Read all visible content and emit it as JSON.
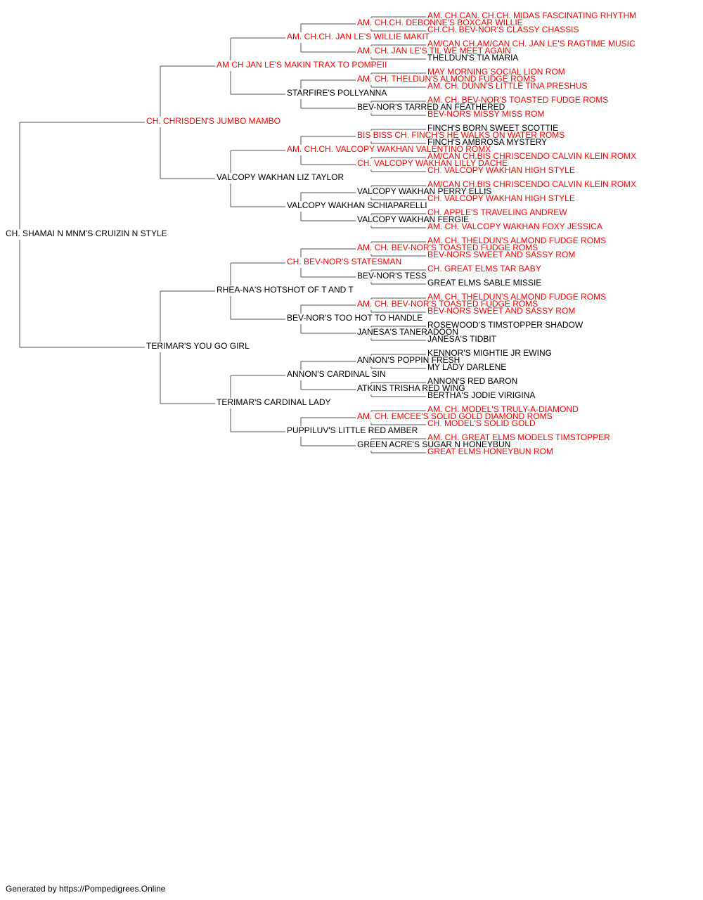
{
  "colors": {
    "champion": "#ff0000",
    "regular": "#000000",
    "line": "#555555"
  },
  "pedigree": {
    "name": "CH. SHAMAI N MNM'S CRUIZIN N STYLE",
    "champion": false,
    "sire": {
      "name": "CH. CHRISDEN'S JUMBO MAMBO",
      "champion": true,
      "sire": {
        "name": "AM CH JAN LE'S MAKIN TRAX TO POMPEII",
        "champion": true,
        "sire": {
          "name": "AM. CH.CH. JAN LE'S WILLIE MAKIT",
          "champion": true,
          "sire": {
            "name": "AM. CH.CH. DEBONNE'S BOXCAR WILLIE",
            "champion": true,
            "sire": {
              "name": "AM. CH.CAN. CH.CH. MIDAS FASCINATING RHYTHM",
              "champion": true
            },
            "dam": {
              "name": "CH.CH. BEV-NOR'S CLASSY CHASSIS",
              "champion": true
            }
          },
          "dam": {
            "name": "AM. CH. JAN LE'S TIL WE MEET AGAIN",
            "champion": true,
            "sire": {
              "name": "AM/CAN CH.AM/CAN CH. JAN LE'S RAGTIME MUSIC",
              "champion": true
            },
            "dam": {
              "name": "THELDUN'S TIA MARIA",
              "champion": false
            }
          }
        },
        "dam": {
          "name": "STARFIRE'S POLLYANNA",
          "champion": false,
          "sire": {
            "name": "AM. CH. THELDUN'S ALMOND FUDGE ROMS",
            "champion": true,
            "sire": {
              "name": "MAY MORNING SOCIAL LION ROM",
              "champion": true
            },
            "dam": {
              "name": "AM. CH. DUNN'S LITTLE TINA PRESHUS",
              "champion": true
            }
          },
          "dam": {
            "name": "BEV-NOR'S TARRED AN FEATHERED",
            "champion": false,
            "sire": {
              "name": "AM. CH. BEV-NOR'S TOASTED FUDGE ROMS",
              "champion": true
            },
            "dam": {
              "name": "BEV-NORS MISSY MISS ROM",
              "champion": true
            }
          }
        }
      },
      "dam": {
        "name": "VALCOPY WAKHAN LIZ TAYLOR",
        "champion": false,
        "sire": {
          "name": "AM. CH.CH. VALCOPY WAKHAN VALENTINO ROMX",
          "champion": true,
          "sire": {
            "name": "BIS BISS CH. FINCH'S HE WALKS ON WATER ROMS",
            "champion": true,
            "sire": {
              "name": "FINCH'S BORN SWEET SCOTTIE",
              "champion": false
            },
            "dam": {
              "name": "FINCH'S AMBROSA MYSTERY",
              "champion": false
            }
          },
          "dam": {
            "name": "CH. VALCOPY WAKHAN LILLY DACHE",
            "champion": true,
            "sire": {
              "name": "AM/CAN CH.BIS CHRISCENDO CALVIN KLEIN ROMX",
              "champion": true
            },
            "dam": {
              "name": "CH. VALCOPY WAKHAN HIGH STYLE",
              "champion": true
            }
          }
        },
        "dam": {
          "name": "VALCOPY WAKHAN SCHIAPARELLI",
          "champion": false,
          "sire": {
            "name": "VALCOPY WAKHAN PERRY ELLIS",
            "champion": false,
            "sire": {
              "name": "AM/CAN CH.BIS CHRISCENDO CALVIN KLEIN ROMX",
              "champion": true
            },
            "dam": {
              "name": "CH. VALCOPY WAKHAN HIGH STYLE",
              "champion": true
            }
          },
          "dam": {
            "name": "VALCOPY WAKHAN FERGIE",
            "champion": false,
            "sire": {
              "name": "CH. APPLE'S TRAVELING ANDREW",
              "champion": true
            },
            "dam": {
              "name": "AM. CH. VALCOPY WAKHAN FOXY JESSICA",
              "champion": true
            }
          }
        }
      }
    },
    "dam": {
      "name": "TERIMAR'S YOU GO GIRL",
      "champion": false,
      "sire": {
        "name": "RHEA-NA'S HOTSHOT OF T AND T",
        "champion": false,
        "sire": {
          "name": "CH. BEV-NOR'S STATESMAN",
          "champion": true,
          "sire": {
            "name": "AM. CH. BEV-NOR'S TOASTED FUDGE ROMS",
            "champion": true,
            "sire": {
              "name": "AM. CH. THELDUN'S ALMOND FUDGE ROMS",
              "champion": true
            },
            "dam": {
              "name": "BEV-NORS SWEET AND SASSY ROM",
              "champion": true
            }
          },
          "dam": {
            "name": "BEV-NOR'S TESS",
            "champion": false,
            "sire": {
              "name": "CH. GREAT ELMS TAR BABY",
              "champion": true
            },
            "dam": {
              "name": "GREAT ELMS SABLE MISSIE",
              "champion": false
            }
          }
        },
        "dam": {
          "name": "BEV-NOR'S TOO HOT TO HANDLE",
          "champion": false,
          "sire": {
            "name": "AM. CH. BEV-NOR'S TOASTED FUDGE ROMS",
            "champion": true,
            "sire": {
              "name": "AM. CH. THELDUN'S ALMOND FUDGE ROMS",
              "champion": true
            },
            "dam": {
              "name": "BEV-NORS SWEET AND SASSY ROM",
              "champion": true
            }
          },
          "dam": {
            "name": "JANESA'S TANERADOON",
            "champion": false,
            "sire": {
              "name": "ROSEWOOD'S TIMSTOPPER SHADOW",
              "champion": false
            },
            "dam": {
              "name": "JANESA'S TIDBIT",
              "champion": false
            }
          }
        }
      },
      "dam": {
        "name": "TERIMAR'S CARDINAL LADY",
        "champion": false,
        "sire": {
          "name": "ANNON'S CARDINAL SIN",
          "champion": false,
          "sire": {
            "name": "ANNON'S POPPIN FRESH",
            "champion": false,
            "sire": {
              "name": "KENNOR'S MIGHTIE JR EWING",
              "champion": false
            },
            "dam": {
              "name": "MY LADY DARLENE",
              "champion": false
            }
          },
          "dam": {
            "name": "ATKINS TRISHA RED WING",
            "champion": false,
            "sire": {
              "name": "ANNON'S RED BARON",
              "champion": false
            },
            "dam": {
              "name": "BERTHA'S JODIE VIRIGINA",
              "champion": false
            }
          }
        },
        "dam": {
          "name": "PUPPILUV'S LITTLE RED AMBER",
          "champion": false,
          "sire": {
            "name": "AM. CH. EMCEE'S SOLID GOLD DIAMOND ROMS",
            "champion": true,
            "sire": {
              "name": "AM. CH. MODEL'S TRULY-A-DIAMOND",
              "champion": true
            },
            "dam": {
              "name": "CH. MODEL'S SOLID GOLD",
              "champion": true
            }
          },
          "dam": {
            "name": "GREEN ACRE'S SUGAR N HONEYBUN",
            "champion": false,
            "sire": {
              "name": "AM. CH. GREAT ELMS MODELS TIMSTOPPER",
              "champion": true
            },
            "dam": {
              "name": "GREAT ELMS HONEYBUN ROM",
              "champion": true
            }
          }
        }
      }
    }
  },
  "footer": {
    "text": "Generated by https://Pompedigrees.Online"
  }
}
